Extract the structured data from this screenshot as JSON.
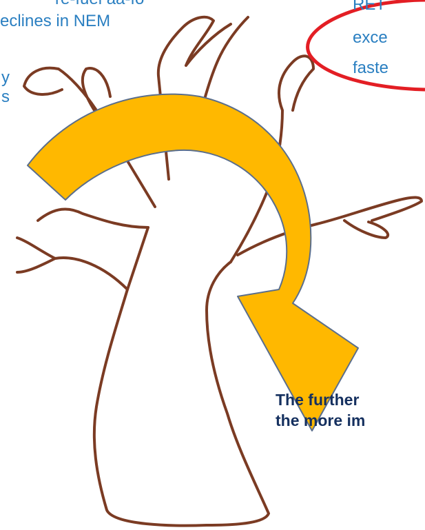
{
  "texts": {
    "top_left_cut": "re-fuel aa-fo",
    "top_left_line": "eclines in NEM",
    "left_y": "y",
    "left_s": "s",
    "top_right_1": "RET",
    "top_right_2": "exce",
    "top_right_3": "faste",
    "bottom_right_1": "The further",
    "bottom_right_2": "the more im"
  },
  "colors": {
    "tree": "#7b3b23",
    "arrow_fill": "#ffb800",
    "arrow_stroke": "#5a6e8c",
    "ellipse": "#e31e24",
    "blue_text": "#2a7fc1",
    "navy_text": "#15305f"
  }
}
